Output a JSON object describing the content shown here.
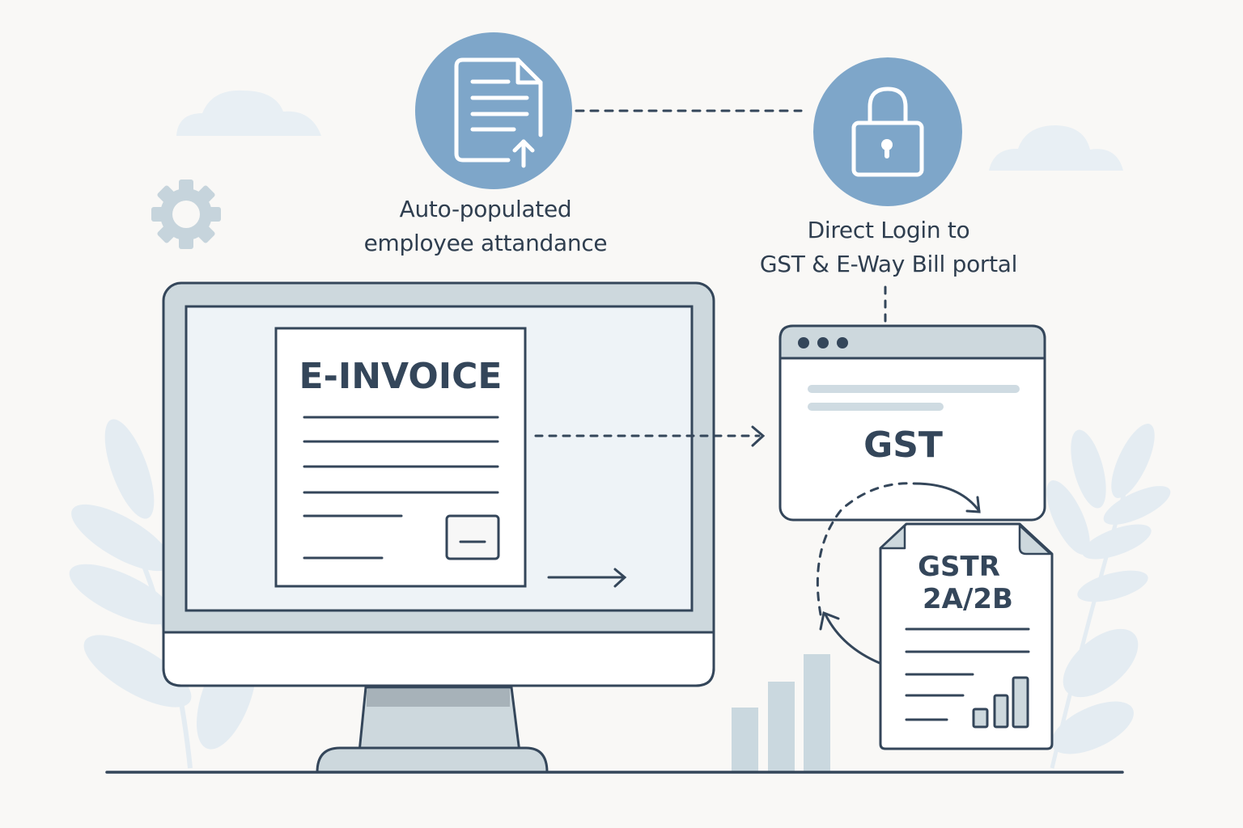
{
  "top_left_feature": {
    "icon": "document-upload-icon",
    "label_line1": "Auto-populated",
    "label_line2": "employee attandance"
  },
  "top_right_feature": {
    "icon": "padlock-icon",
    "label_line1": "Direct Login to",
    "label_line2": "GST & E-Way Bill portal"
  },
  "monitor": {
    "document_title": "E-INVOICE"
  },
  "gst_window": {
    "title": "GST",
    "window_dots": 3
  },
  "gstr_document": {
    "title_line1": "GSTR",
    "title_line2": "2A/2B"
  },
  "decorations": [
    "cloud-icon",
    "cloud-icon",
    "gear-icon",
    "leaf-branch-icon",
    "leaf-branch-icon",
    "bar-chart-icon"
  ],
  "colors": {
    "background": "#f9f8f6",
    "accent_circle": "#7ea6c9",
    "outline": "#34465a",
    "panel_gray": "#cdd8dd",
    "screen_bg": "#eef3f7",
    "decor_light": "#e6edf2"
  }
}
